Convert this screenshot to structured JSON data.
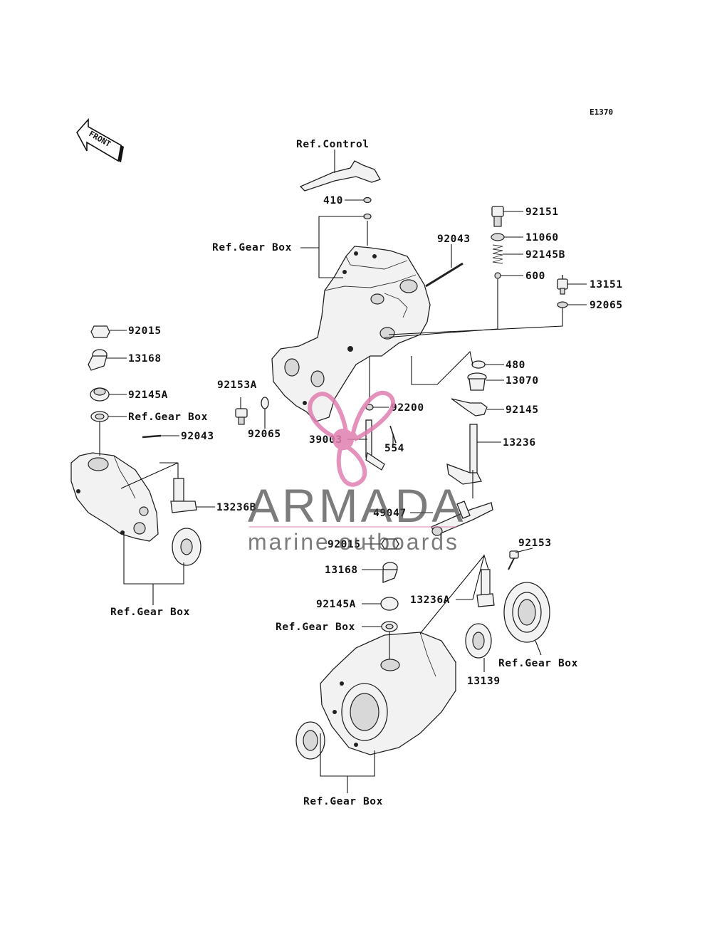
{
  "diagram": {
    "code": "E1370",
    "front_label": "FRONT",
    "labels": {
      "ref_control": "Ref.Control",
      "p410": "410",
      "ref_gear_box_1": "Ref.Gear Box",
      "p92043_top": "92043",
      "p92151": "92151",
      "p11060": "11060",
      "p92145B": "92145B",
      "p600": "600",
      "p13151": "13151",
      "p92065_right": "92065",
      "p92015_left": "92015",
      "p13168_left": "13168",
      "p92145A_left": "92145A",
      "ref_gear_box_2": "Ref.Gear Box",
      "p92043_left": "92043",
      "p92153A": "92153A",
      "p92065_mid": "92065",
      "p92200": "92200",
      "p39003": "39003",
      "p554": "554",
      "p480": "480",
      "p13070": "13070",
      "p92145": "92145",
      "p13236": "13236",
      "p13236B": "13236B",
      "p49047": "49047",
      "p92015_mid": "92015",
      "p13168_mid": "13168",
      "p92145A_mid": "92145A",
      "ref_gear_box_3": "Ref.Gear Box",
      "p92153": "92153",
      "p13236A": "13236A",
      "p13139": "13139",
      "ref_gear_box_4": "Ref.Gear Box",
      "ref_gear_box_5": "Ref.Gear Box",
      "ref_gear_box_6": "Ref.Gear Box"
    }
  },
  "watermark": {
    "brand": "ARMADA",
    "tagline": "marine outboards",
    "logo_color": "#e07fb0"
  }
}
